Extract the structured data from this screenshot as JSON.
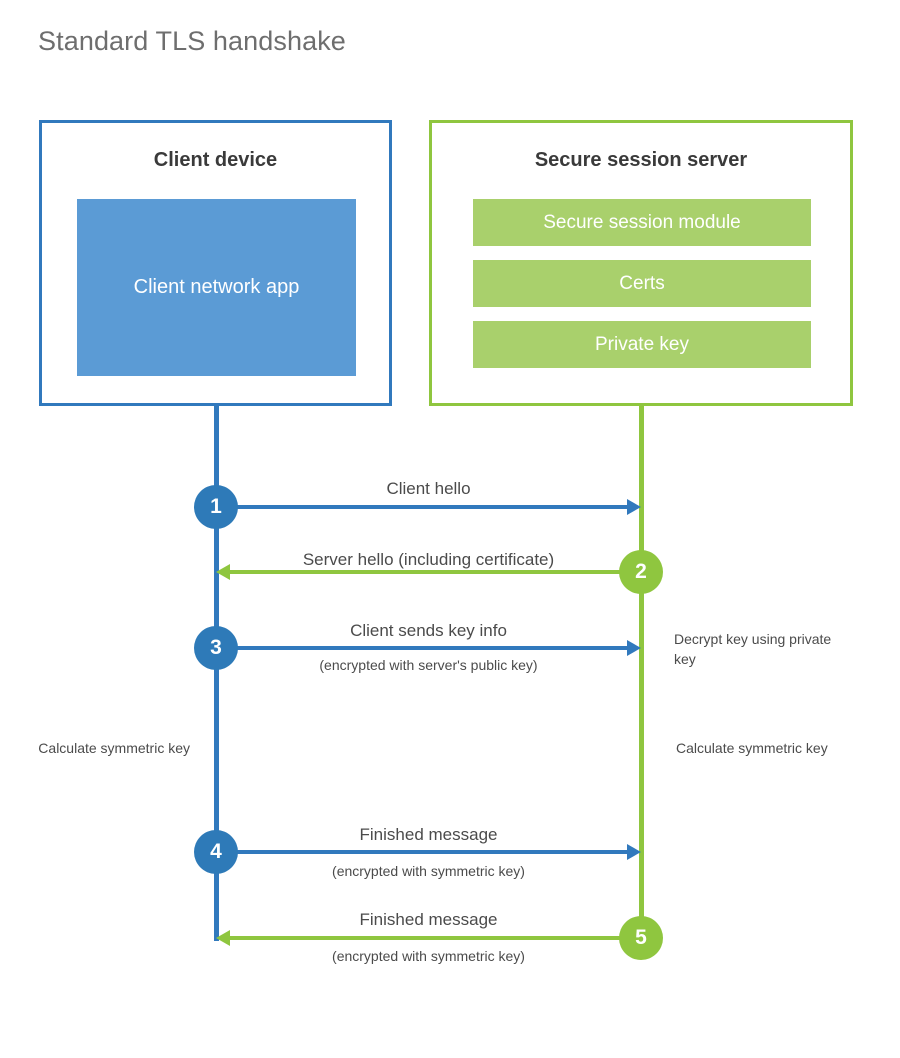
{
  "title": "Standard TLS handshake",
  "colors": {
    "client_accent": "#3179bd",
    "client_fill": "#5b9bd5",
    "server_accent": "#8fc63f",
    "server_fill": "#a9d06c",
    "title_text": "#6e6e6e",
    "body_text": "#4b4b4b",
    "heading_text": "#3a3a3a",
    "background": "#ffffff"
  },
  "client": {
    "title": "Client device",
    "app_label": "Client network app"
  },
  "server": {
    "title": "Secure session server",
    "components": [
      {
        "label": "Secure session module"
      },
      {
        "label": "Certs"
      },
      {
        "label": "Private key"
      }
    ]
  },
  "steps": [
    {
      "number": "1",
      "label": "Client hello",
      "sub": "",
      "direction": "client-to-server",
      "side": "client"
    },
    {
      "number": "2",
      "label": "Server hello (including certificate)",
      "sub": "",
      "direction": "server-to-client",
      "side": "server"
    },
    {
      "number": "3",
      "label": "Client sends key info",
      "sub": "(encrypted with server's public key)",
      "direction": "client-to-server",
      "side": "client"
    },
    {
      "number": "4",
      "label": "Finished message",
      "sub": "(encrypted with symmetric key)",
      "direction": "client-to-server",
      "side": "client"
    },
    {
      "number": "5",
      "label": "Finished message",
      "sub": "(encrypted with symmetric key)",
      "direction": "server-to-client",
      "side": "server"
    }
  ],
  "notes": {
    "decrypt_key": "Decrypt key using private key",
    "calculate_symmetric_key_client": "Calculate symmetric key",
    "calculate_symmetric_key_server": "Calculate symmetric key"
  }
}
